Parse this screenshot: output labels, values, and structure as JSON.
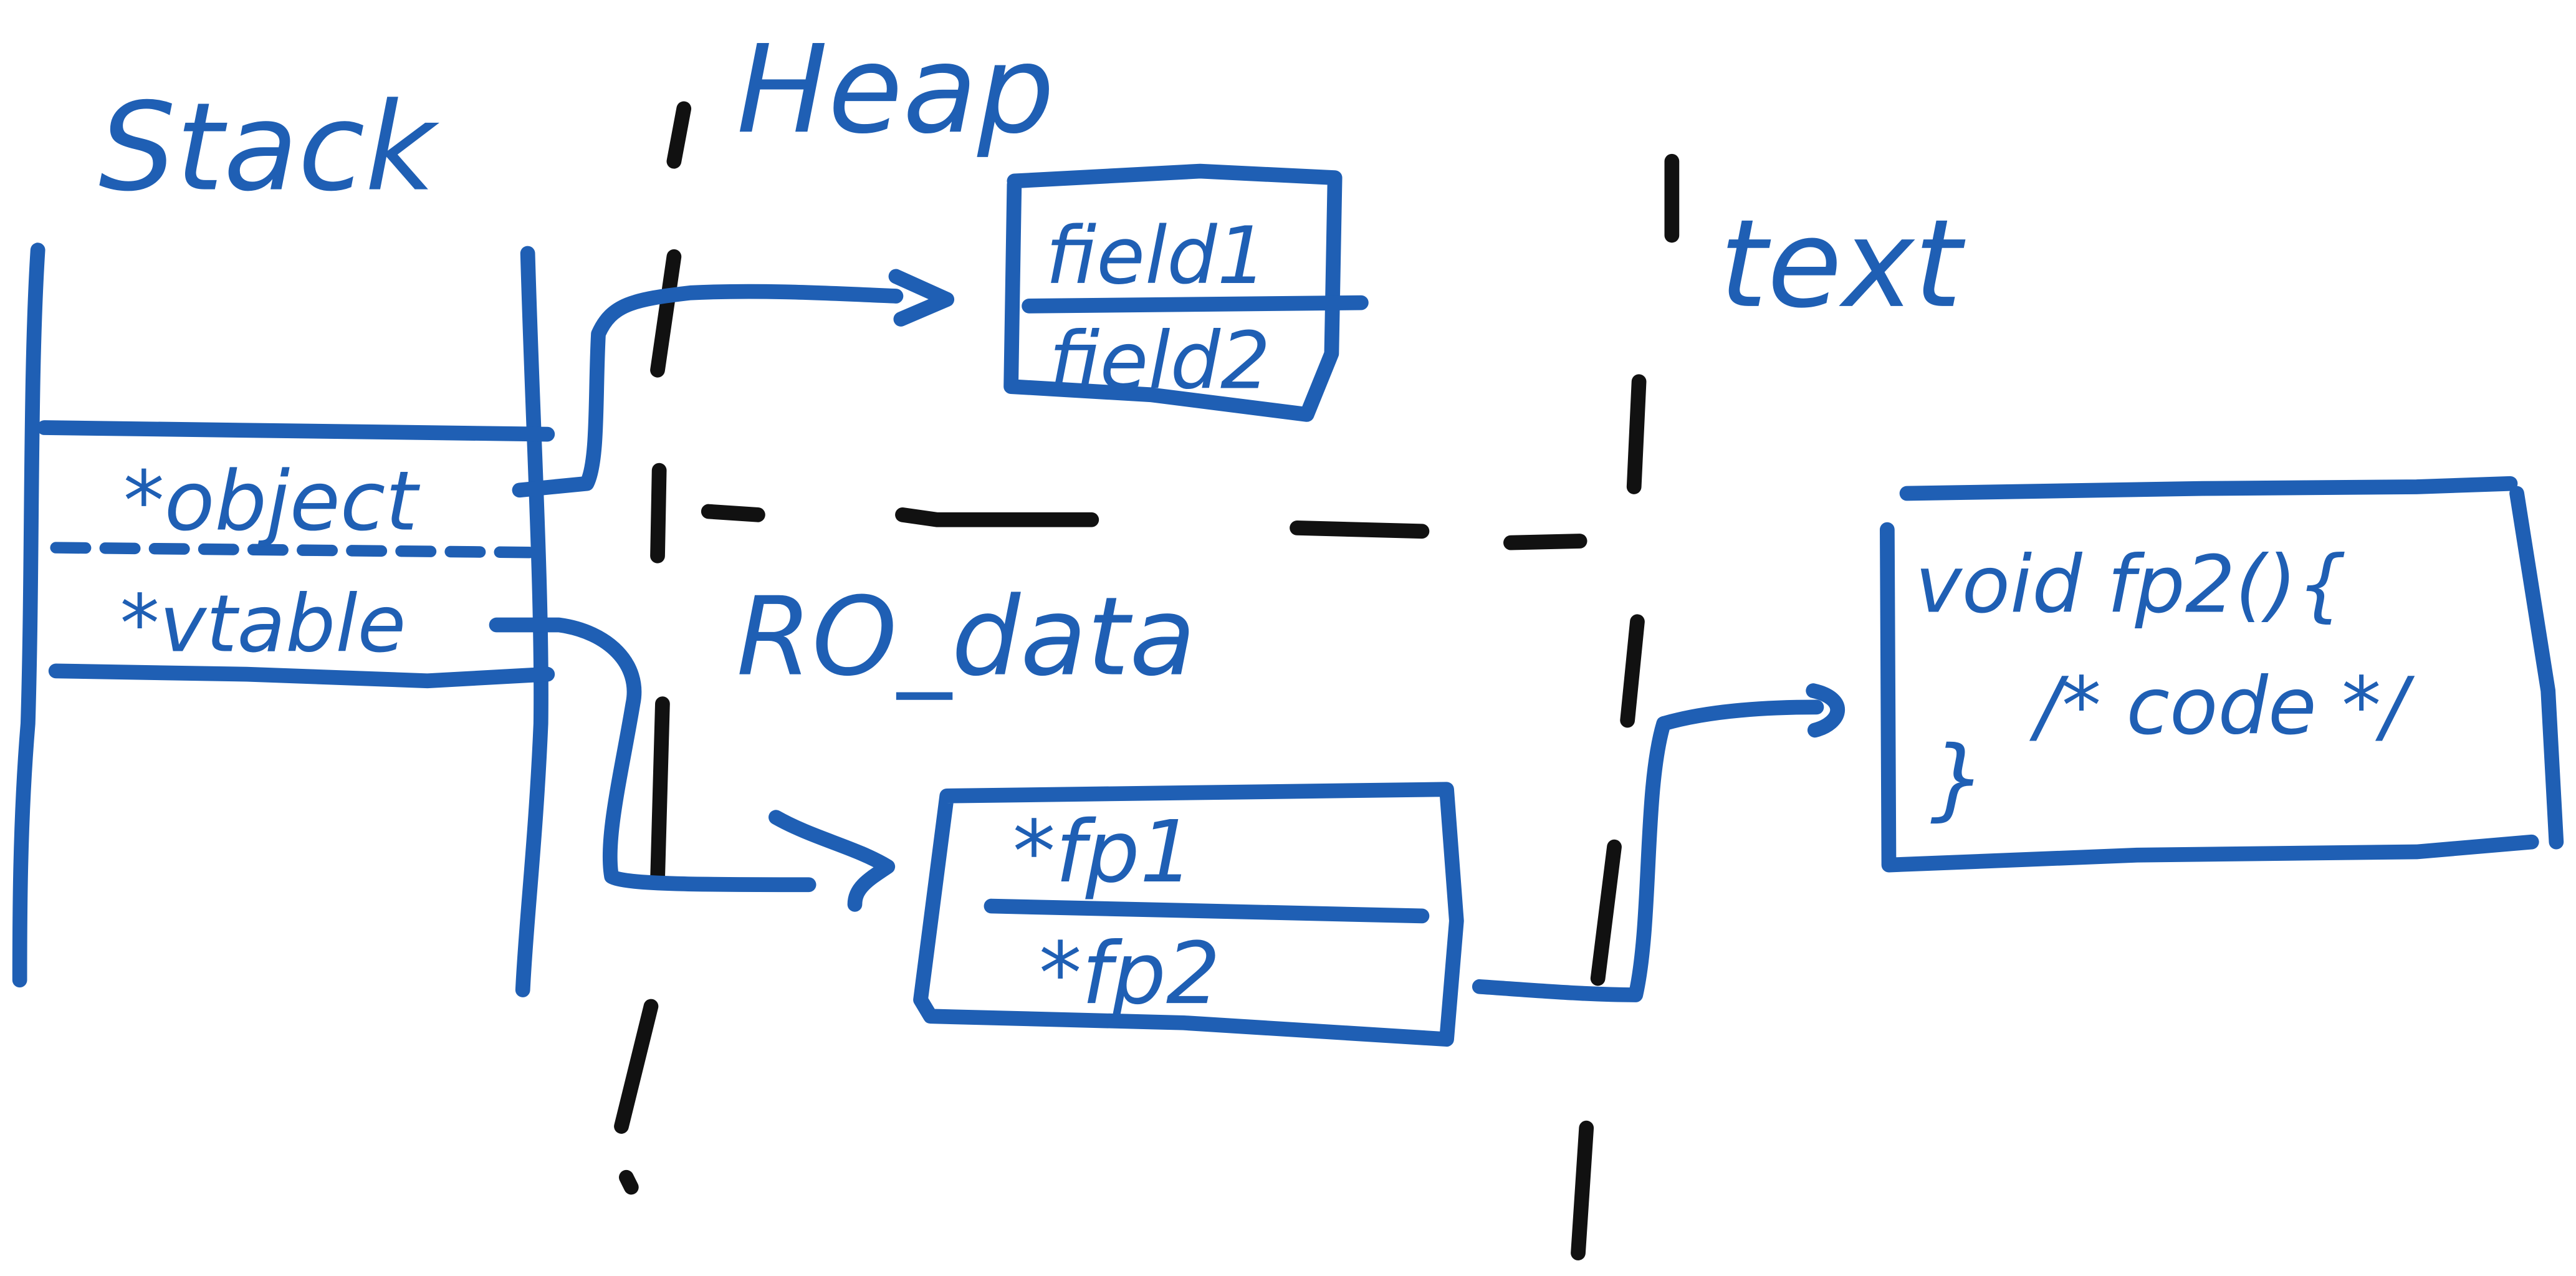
{
  "colors": {
    "ink": "#1f5fb4",
    "divider": "#111111",
    "background": "#ffffff"
  },
  "regions": {
    "stack": "Stack",
    "heap": "Heap",
    "text": "text",
    "ro_data": "RO_data"
  },
  "stack_frame": {
    "slot_object": "*object",
    "slot_vtable": "*vtable"
  },
  "heap_object": {
    "field_1": "field1",
    "field_2": "field2"
  },
  "vtable": {
    "entry_1": "*fp1",
    "entry_2": "*fp2"
  },
  "code_block": {
    "signature": "void fp2(){",
    "body": "/* code */",
    "closing": "}"
  }
}
